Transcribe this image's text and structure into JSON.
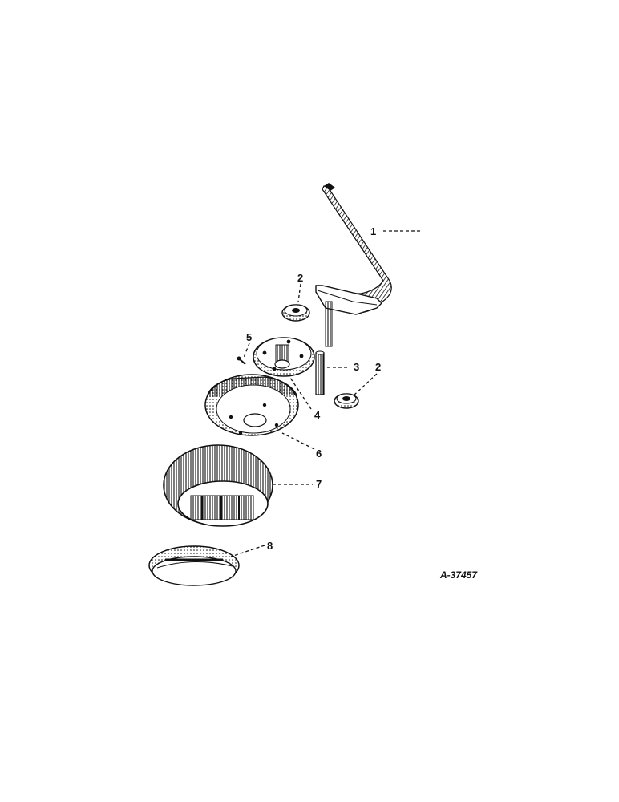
{
  "callouts": [
    {
      "id": "1",
      "label": "1"
    },
    {
      "id": "2a",
      "label": "2"
    },
    {
      "id": "2b",
      "label": "2"
    },
    {
      "id": "3",
      "label": "3"
    },
    {
      "id": "4",
      "label": "4"
    },
    {
      "id": "5",
      "label": "5"
    },
    {
      "id": "6",
      "label": "6"
    },
    {
      "id": "7",
      "label": "7"
    },
    {
      "id": "8",
      "label": "8"
    }
  ],
  "figure_id": "A-37457",
  "colors": {
    "ink": "#111111",
    "background": "#ffffff"
  }
}
